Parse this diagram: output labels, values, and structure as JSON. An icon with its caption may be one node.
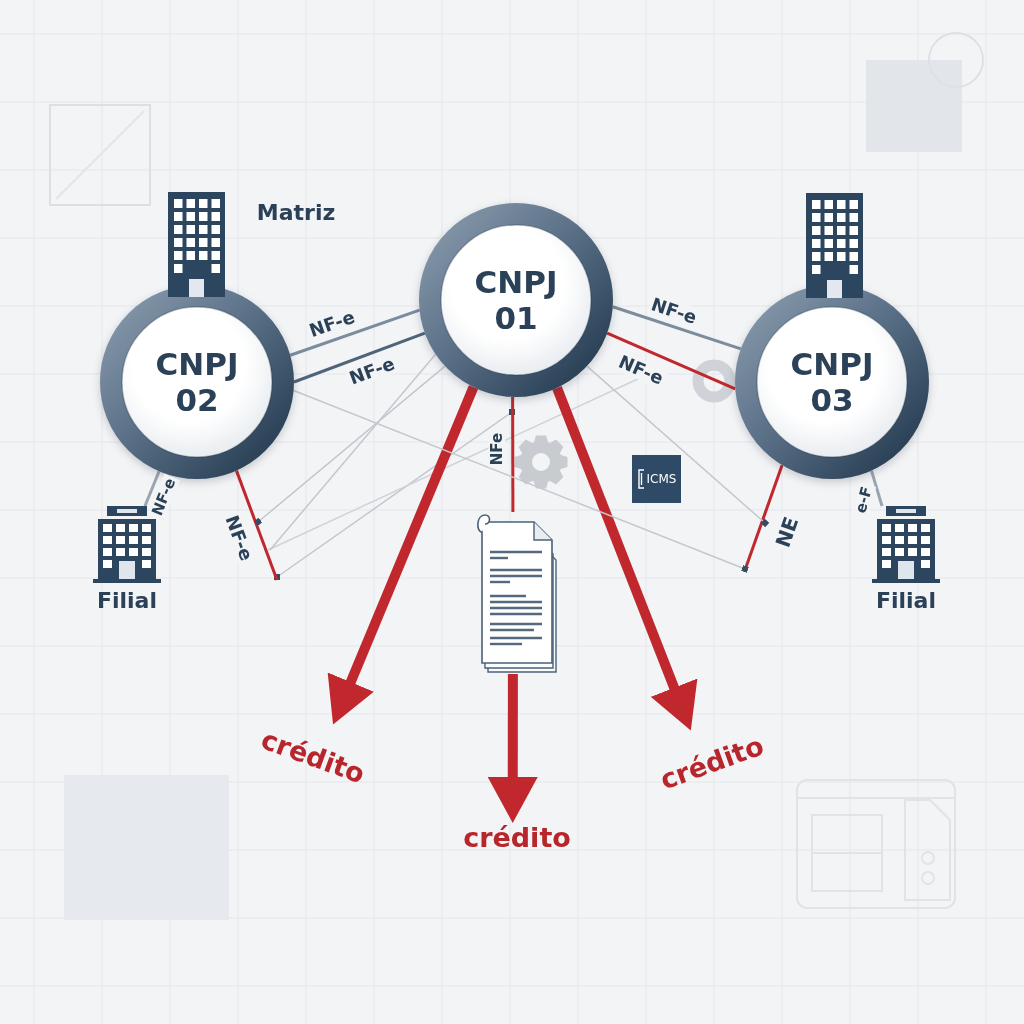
{
  "diagram": {
    "nodes": [
      {
        "text": [
          "CNPJ 01"
        ]
      },
      {
        "text": [
          "CNPJ 02"
        ]
      },
      {
        "text": [
          "CNPJ 03"
        ]
      },
      {
        "text": [
          "ICMS"
        ]
      },
      {
        "text": [
          "Filial"
        ]
      },
      {
        "text": [
          "Filial"
        ]
      },
      {
        "text": [],
        "shape": "picture"
      },
      {
        "text": [
          "crédito"
        ]
      },
      {
        "text": [
          "crédito"
        ]
      },
      {
        "text": [
          "crédito"
        ]
      }
    ],
    "edges": [
      {
        "from": 1,
        "to": 0,
        "arrow": "none",
        "label": "NF-e",
        "color": "#7b8c9c"
      },
      {
        "from": 1,
        "to": 0,
        "arrow": "none",
        "label": "NF-e",
        "color": "#4f647a"
      },
      {
        "from": 0,
        "to": 2,
        "arrow": "none",
        "label": "NF-e",
        "color": "#7b8c9c"
      },
      {
        "from": 0,
        "to": 2,
        "arrow": "none",
        "label": "NF-e"
      },
      {
        "from": 1,
        "to": 4,
        "arrow": "none",
        "label": "NF-e",
        "color": "#9aa5b0"
      },
      {
        "from": 2,
        "to": 5,
        "arrow": "none",
        "label": "e-F",
        "color": "#9aa5b0"
      },
      {
        "from": 1,
        "to": null,
        "arrow": "none",
        "label": "NF-e"
      },
      {
        "from": 2,
        "to": null,
        "arrow": "none",
        "label": "NE"
      },
      {
        "from": 0,
        "to": 7,
        "arrow": "to",
        "style": "thick"
      },
      {
        "from": 0,
        "to": 6,
        "arrow": "none",
        "label": "NFe"
      },
      {
        "from": 6,
        "to": 9,
        "arrow": "to",
        "style": "thick"
      },
      {
        "from": 0,
        "to": 8,
        "arrow": "to",
        "style": "thick"
      },
      {
        "from": 1,
        "to": null,
        "arrow": "other",
        "color": "#c3c8ce"
      },
      {
        "from": 0,
        "to": null,
        "arrow": "other",
        "color": "#c3c8ce"
      },
      {
        "from": 0,
        "to": null,
        "arrow": "none",
        "color": "#c3c8ce"
      },
      {
        "from": 0,
        "to": null,
        "arrow": "other",
        "color": "#c3c8ce"
      }
    ],
    "labels": [
      "Matriz"
    ]
  }
}
